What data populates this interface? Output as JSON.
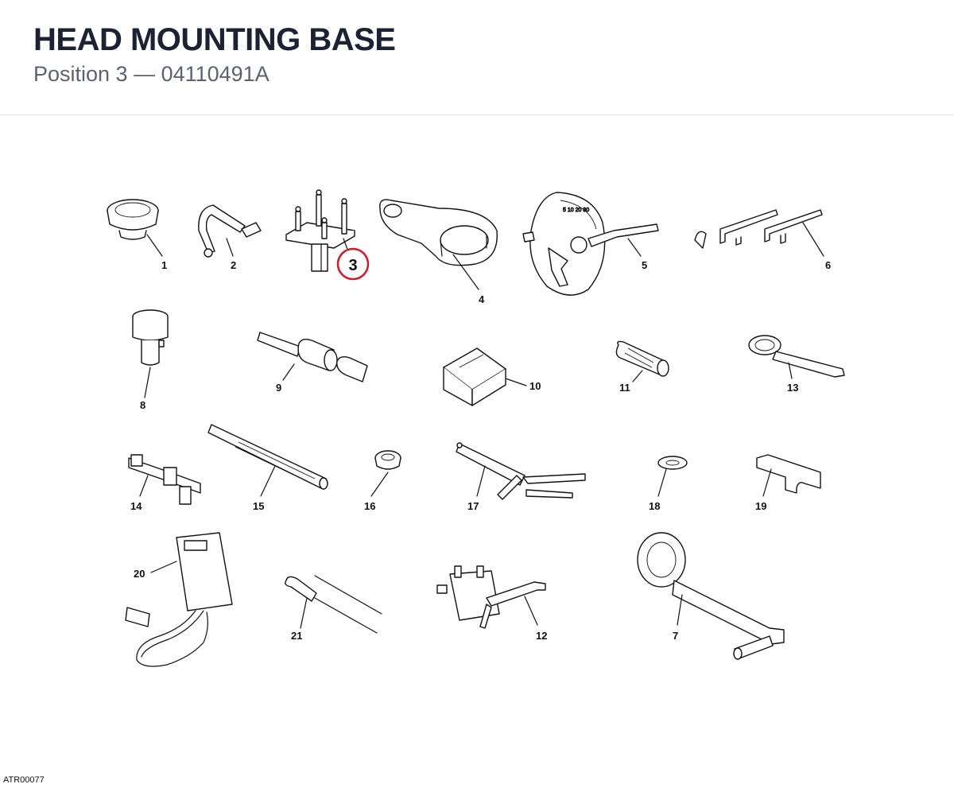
{
  "header": {
    "title": "HEAD MOUNTING BASE",
    "subtitle": "Position 3 — 04110491A"
  },
  "highlight": {
    "label": "3",
    "color": "#d11a2a"
  },
  "tools": {
    "t1": "1",
    "t2": "2",
    "t4": "4",
    "t5": "5",
    "t6": "6",
    "t8": "8",
    "t9": "9",
    "t10": "10",
    "t11": "11",
    "t13": "13",
    "t14": "14",
    "t15": "15",
    "t16": "16",
    "t17": "17",
    "t18": "18",
    "t19": "19",
    "t20": "20",
    "t21": "21",
    "t12": "12",
    "t7": "7"
  },
  "footer": {
    "reference": "ATR00077"
  }
}
